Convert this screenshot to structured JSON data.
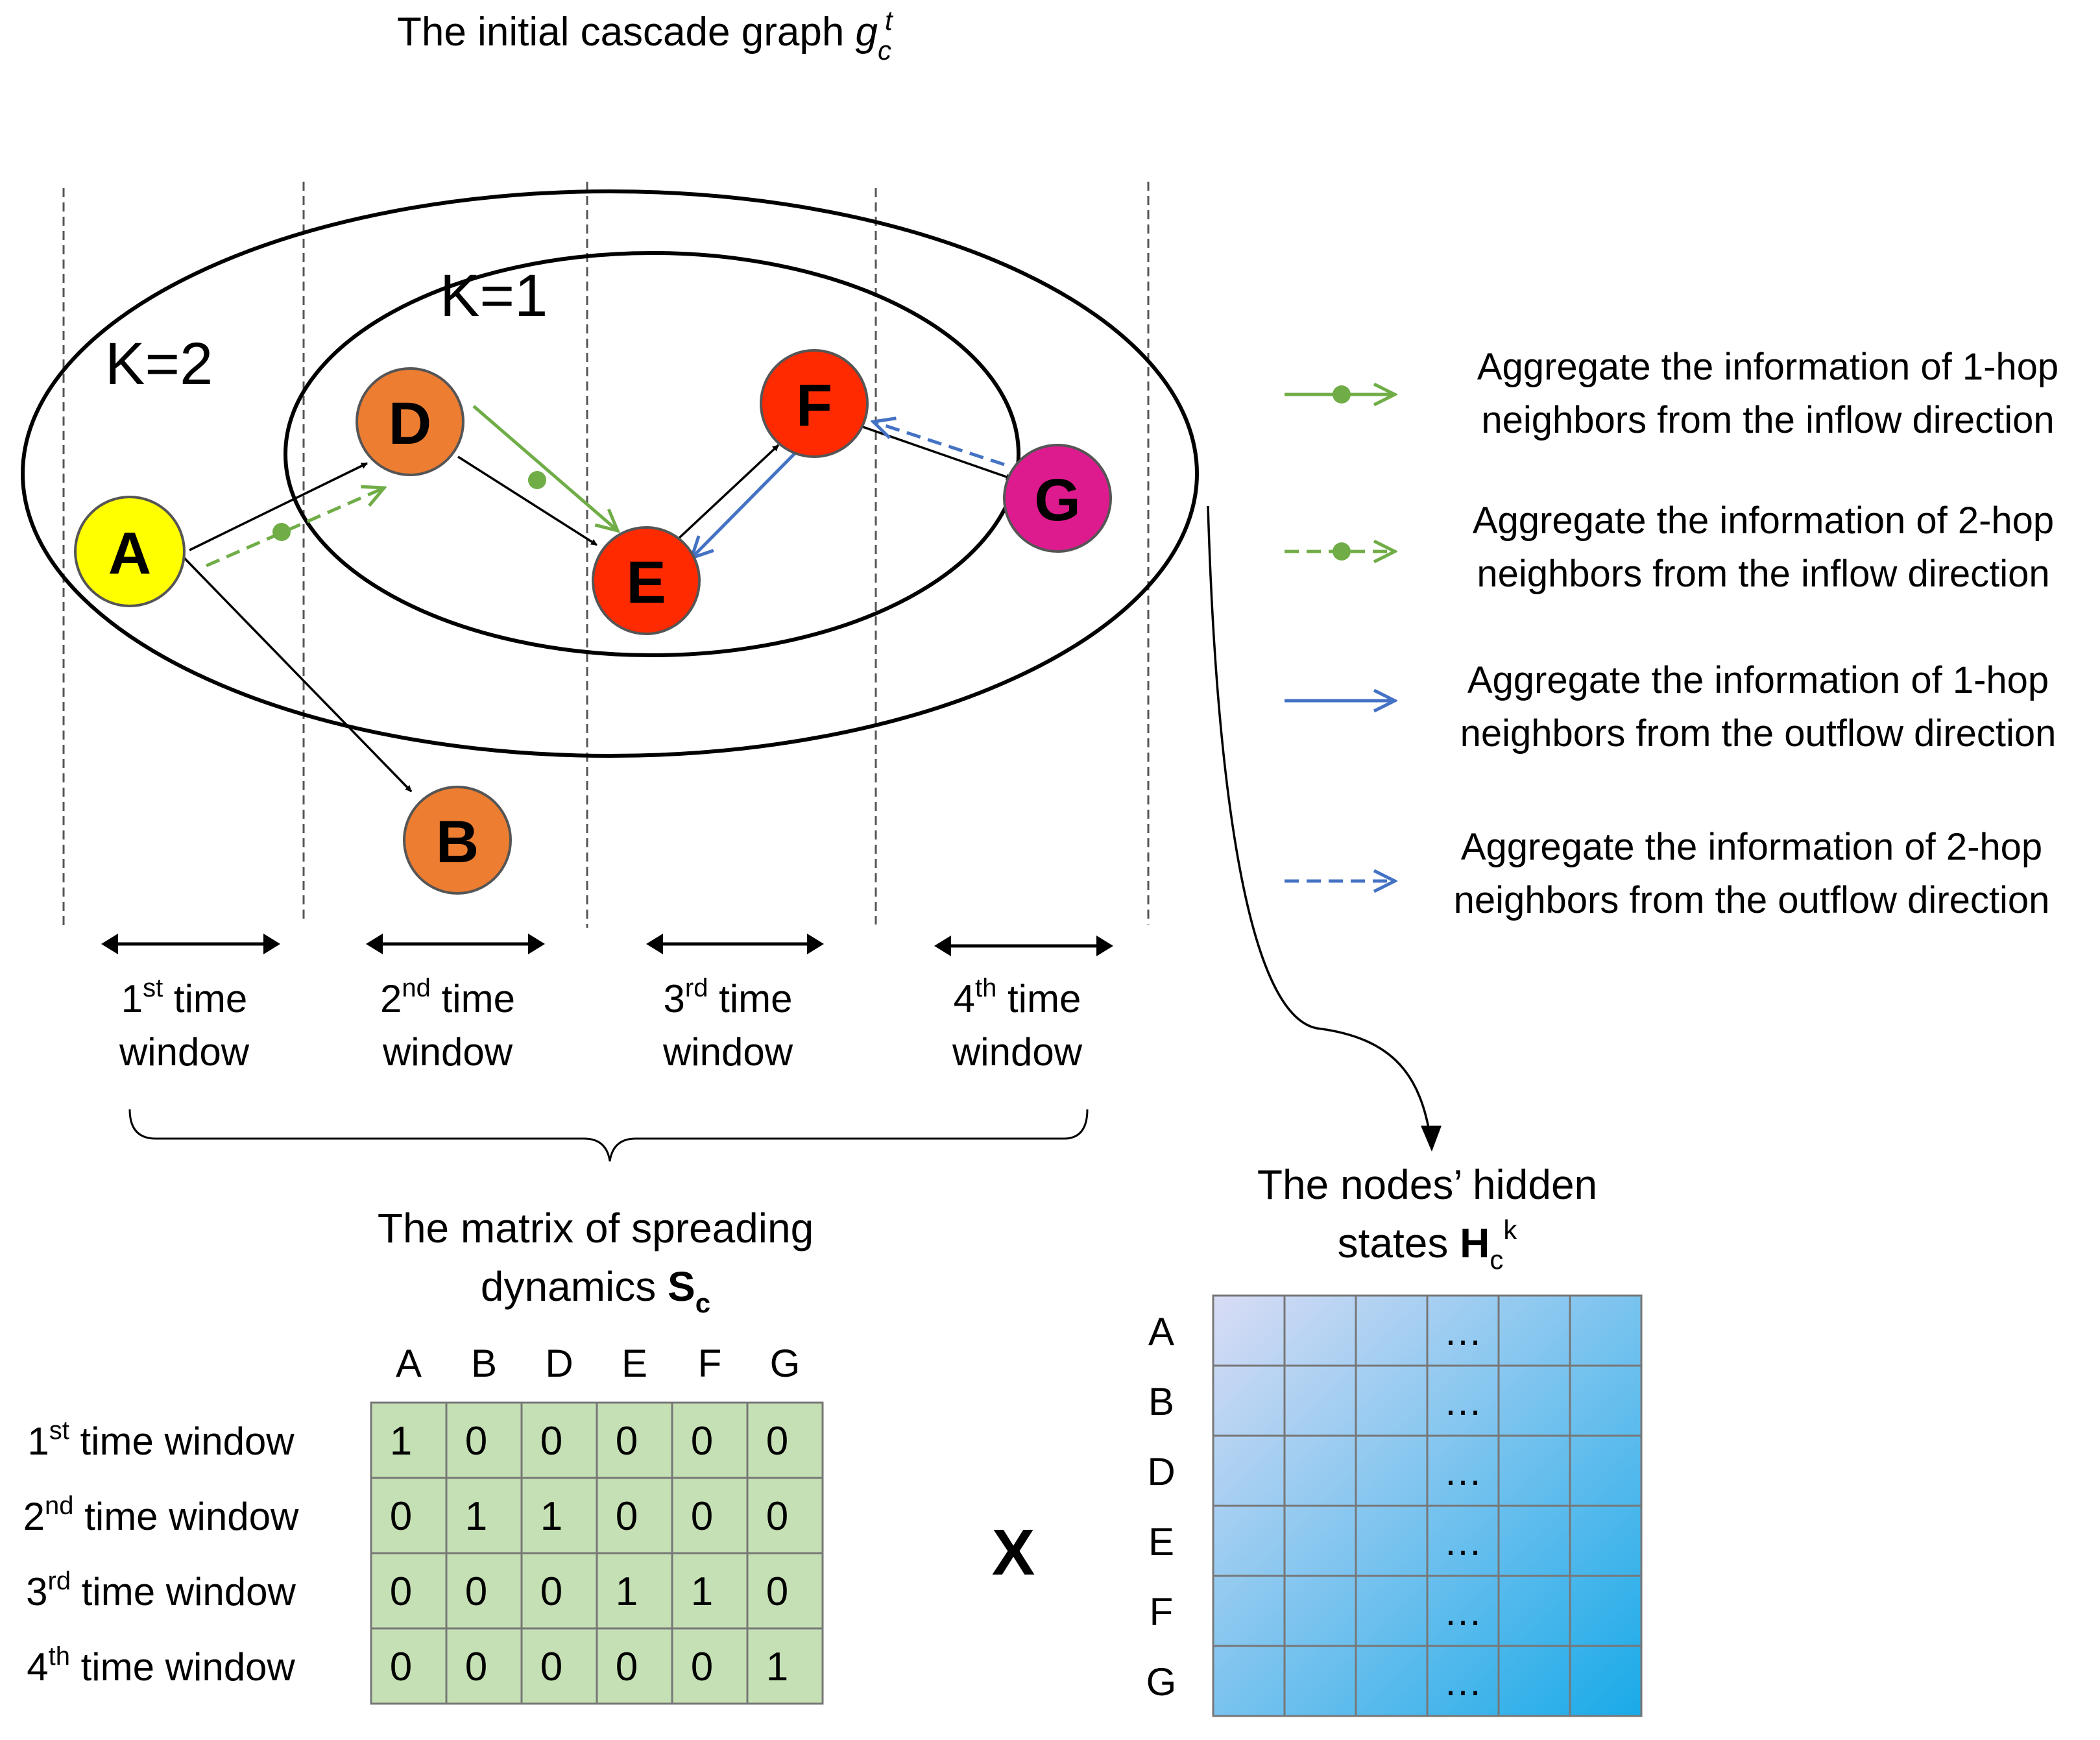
{
  "title": {
    "text": "The initial cascade graph ",
    "symbol": "g",
    "sub": "c",
    "sup": "t"
  },
  "hop_regions": [
    {
      "id": "k2",
      "label": "K=2"
    },
    {
      "id": "k1",
      "label": "K=1"
    }
  ],
  "nodes": [
    {
      "id": "A",
      "label": "A",
      "color": "#ffff00"
    },
    {
      "id": "D",
      "label": "D",
      "color": "#ed7d31"
    },
    {
      "id": "E",
      "label": "E",
      "color": "#ff2a00"
    },
    {
      "id": "F",
      "label": "F",
      "color": "#ff2a00"
    },
    {
      "id": "G",
      "label": "G",
      "color": "#dd1b8f"
    },
    {
      "id": "B",
      "label": "B",
      "color": "#ed7d31"
    }
  ],
  "edges": [
    {
      "from": "A",
      "to": "D"
    },
    {
      "from": "A",
      "to": "B"
    },
    {
      "from": "D",
      "to": "E"
    },
    {
      "from": "E",
      "to": "F"
    },
    {
      "from": "F",
      "to": "G"
    }
  ],
  "time_windows": [
    {
      "num": "1",
      "sup": "st",
      "rest": " time",
      "line2": "window"
    },
    {
      "num": "2",
      "sup": "nd",
      "rest": " time",
      "line2": "window"
    },
    {
      "num": "3",
      "sup": "rd",
      "rest": " time",
      "line2": "window"
    },
    {
      "num": "4",
      "sup": "th",
      "rest": " time",
      "line2": "window"
    }
  ],
  "legend": [
    {
      "style": "green-solid-dot",
      "line1": "Aggregate the information of 1-hop",
      "line2": "neighbors from the inflow direction",
      "color": "#70ad47"
    },
    {
      "style": "green-dashed-dot",
      "line1": "Aggregate the information of 2-hop",
      "line2": "neighbors from the inflow direction",
      "color": "#70ad47"
    },
    {
      "style": "blue-solid",
      "line1": "Aggregate the information of 1-hop",
      "line2": "neighbors from the outflow direction",
      "color": "#4472c4"
    },
    {
      "style": "blue-dashed",
      "line1": "Aggregate the information of 2-hop",
      "line2": "neighbors from the outflow direction",
      "color": "#4472c4"
    }
  ],
  "matrix_s": {
    "title_line1": "The matrix of spreading",
    "title_line2": "dynamics ",
    "symbol": "S",
    "sub": "c",
    "columns": [
      "A",
      "B",
      "D",
      "E",
      "F",
      "G"
    ],
    "row_labels": [
      {
        "num": "1",
        "sup": "st",
        "rest": " time window"
      },
      {
        "num": "2",
        "sup": "nd",
        "rest": " time window"
      },
      {
        "num": "3",
        "sup": "rd",
        "rest": " time window"
      },
      {
        "num": "4",
        "sup": "th",
        "rest": " time window"
      }
    ],
    "values": [
      [
        "1",
        "0",
        "0",
        "0",
        "0",
        "0"
      ],
      [
        "0",
        "1",
        "1",
        "0",
        "0",
        "0"
      ],
      [
        "0",
        "0",
        "0",
        "1",
        "1",
        "0"
      ],
      [
        "0",
        "0",
        "0",
        "0",
        "0",
        "1"
      ]
    ],
    "fill": "#c5e0b4"
  },
  "times_symbol": "X",
  "matrix_h": {
    "title_line1": "The nodes’ hidden",
    "title_line2": "states ",
    "symbol": "H",
    "sub": "c",
    "sup": "k",
    "row_labels": [
      "A",
      "B",
      "D",
      "E",
      "F",
      "G"
    ],
    "ellipsis": "…",
    "color_start": "#d9dcf5",
    "color_end": "#19aae8"
  }
}
